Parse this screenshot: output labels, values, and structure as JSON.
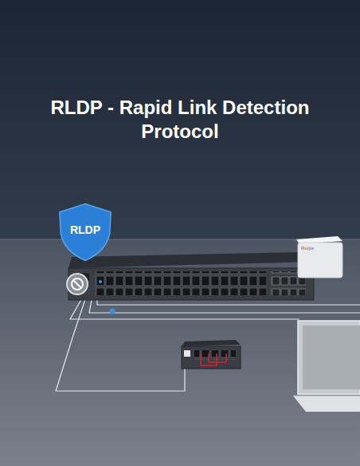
{
  "diagram": {
    "title": "RLDP - Rapid Link Detection Protocol",
    "nodes": [
      {
        "text": [
          "RLDP"
        ]
      }
    ],
    "labels": [
      "Ruijie"
    ]
  }
}
